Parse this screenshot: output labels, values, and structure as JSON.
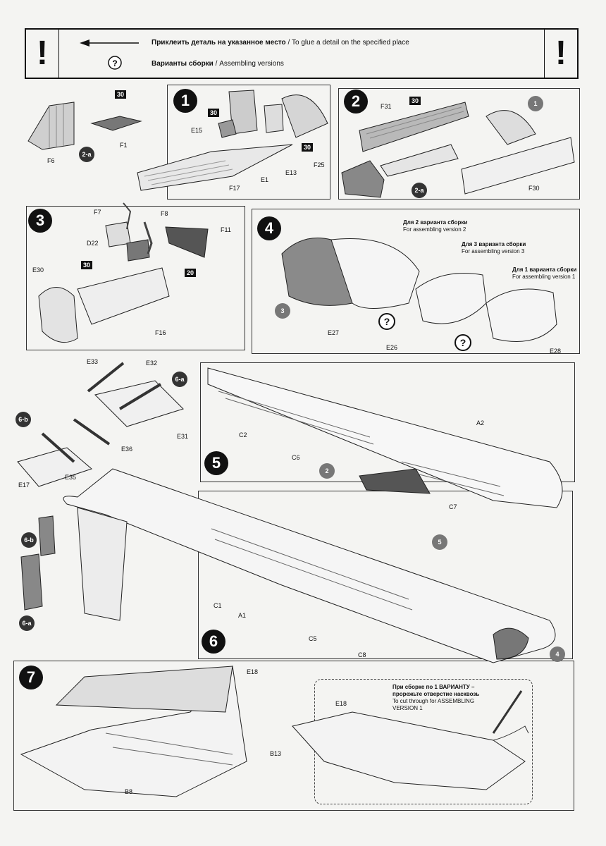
{
  "legend": {
    "glue_ru": "Приклеить деталь на указанное место",
    "glue_sep": "/",
    "glue_en": "To glue a detail on the specified place",
    "versions_ru": "Варианты сборки",
    "versions_sep": "/",
    "versions_en": "Assembling versions",
    "excl_mark": "!"
  },
  "steps": {
    "s1": "1",
    "s2": "2",
    "s3": "3",
    "s4": "4",
    "s5": "5",
    "s6": "6",
    "s7": "7"
  },
  "sub_steps": {
    "s2a": "2-a",
    "s6a": "6-a",
    "s6b": "6-b"
  },
  "glue_counts": {
    "g30": "30",
    "g20": "20"
  },
  "step_refs": {
    "r1": "1",
    "r2": "2",
    "r3": "3",
    "r4": "4",
    "r5": "5"
  },
  "parts": {
    "F6": "F6",
    "F1": "F1",
    "E15": "E15",
    "E1": "E1",
    "E13": "E13",
    "F25": "F25",
    "F17": "F17",
    "F31": "F31",
    "F30": "F30",
    "F7": "F7",
    "F8": "F8",
    "F11": "F11",
    "D22": "D22",
    "E30": "E30",
    "F16": "F16",
    "E27": "E27",
    "E26": "E26",
    "E28": "E28",
    "E33": "E33",
    "E32": "E32",
    "E31": "E31",
    "E36": "E36",
    "E17": "E17",
    "E35": "E35",
    "A2": "A2",
    "C2": "C2",
    "C6": "C6",
    "C7": "C7",
    "C1": "C1",
    "A1": "A1",
    "C5": "C5",
    "C8": "C8",
    "E18": "E18",
    "E18b": "E18",
    "B13": "B13",
    "B8": "B8"
  },
  "step4_versions": {
    "v2_ru": "Для 2 варианта сборки",
    "v2_en": "For assembling version 2",
    "v3_ru": "Для 3 варианта сборки",
    "v3_en": "For assembling version 3",
    "v1_ru": "Для 1 варианта сборки",
    "v1_en": "For assembling version 1"
  },
  "step7_note": {
    "ru_line1": "При сборке по 1 ВАРИАНТУ –",
    "ru_line2": "прорежьте отверстие насквозь",
    "en_line1": "To cut through for ASSEMBLING",
    "en_line2": "VERSION 1"
  }
}
